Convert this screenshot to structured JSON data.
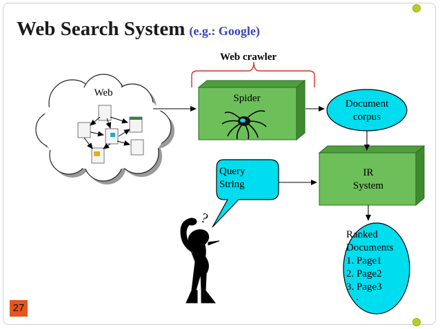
{
  "title": {
    "main": "Web Search System",
    "sub": "(e.g.: Google)"
  },
  "labels": {
    "web_crawler": "Web crawler",
    "web": "Web",
    "spider": "Spider",
    "document_corpus_line1": "Document",
    "document_corpus_line2": "corpus",
    "ir_line1": "IR",
    "ir_line2": "System",
    "query_line1": "Query",
    "query_line2": "String",
    "ranked_line1": "Ranked",
    "ranked_line2": "Documents",
    "result_1": "1. Page1",
    "result_2": "2. Page2",
    "result_3": "3. Page3",
    "result_more": ".",
    "question_mark": "?"
  },
  "page_number": "27",
  "colors": {
    "box_green": "#6dbf5a",
    "box_green_dark": "#3f8a30",
    "corpus_cyan": "#00ddee",
    "title_blue": "#3344bb",
    "page_badge": "#e8541c",
    "brace_red": "#cc3322"
  },
  "icons": [
    "cloud-icon",
    "spider-icon",
    "thinking-person-icon",
    "speech-bubble-icon"
  ]
}
